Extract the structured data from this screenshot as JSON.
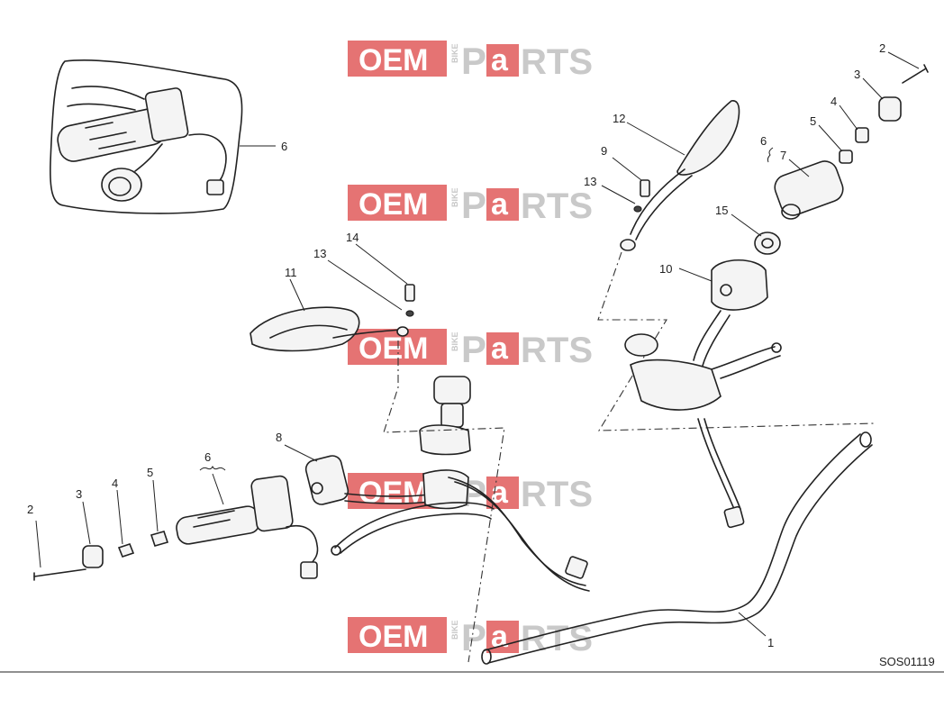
{
  "watermark": {
    "oem": "OEM",
    "bike": "BIKE",
    "p": "P",
    "a": "a",
    "rts": "RTS",
    "accent": "#e05a5a"
  },
  "callouts": {
    "inset6": "6",
    "r2": "2",
    "r3": "3",
    "r4": "4",
    "r5": "5",
    "r6": "6",
    "r7": "7",
    "r9": "9",
    "r10": "10",
    "r12": "12",
    "r13": "13",
    "r15": "15",
    "l2": "2",
    "l3": "3",
    "l4": "4",
    "l5": "5",
    "l6": "6",
    "l8": "8",
    "c11": "11",
    "c13": "13",
    "c14": "14",
    "bar1": "1"
  },
  "drawing_code": "SOS01119"
}
